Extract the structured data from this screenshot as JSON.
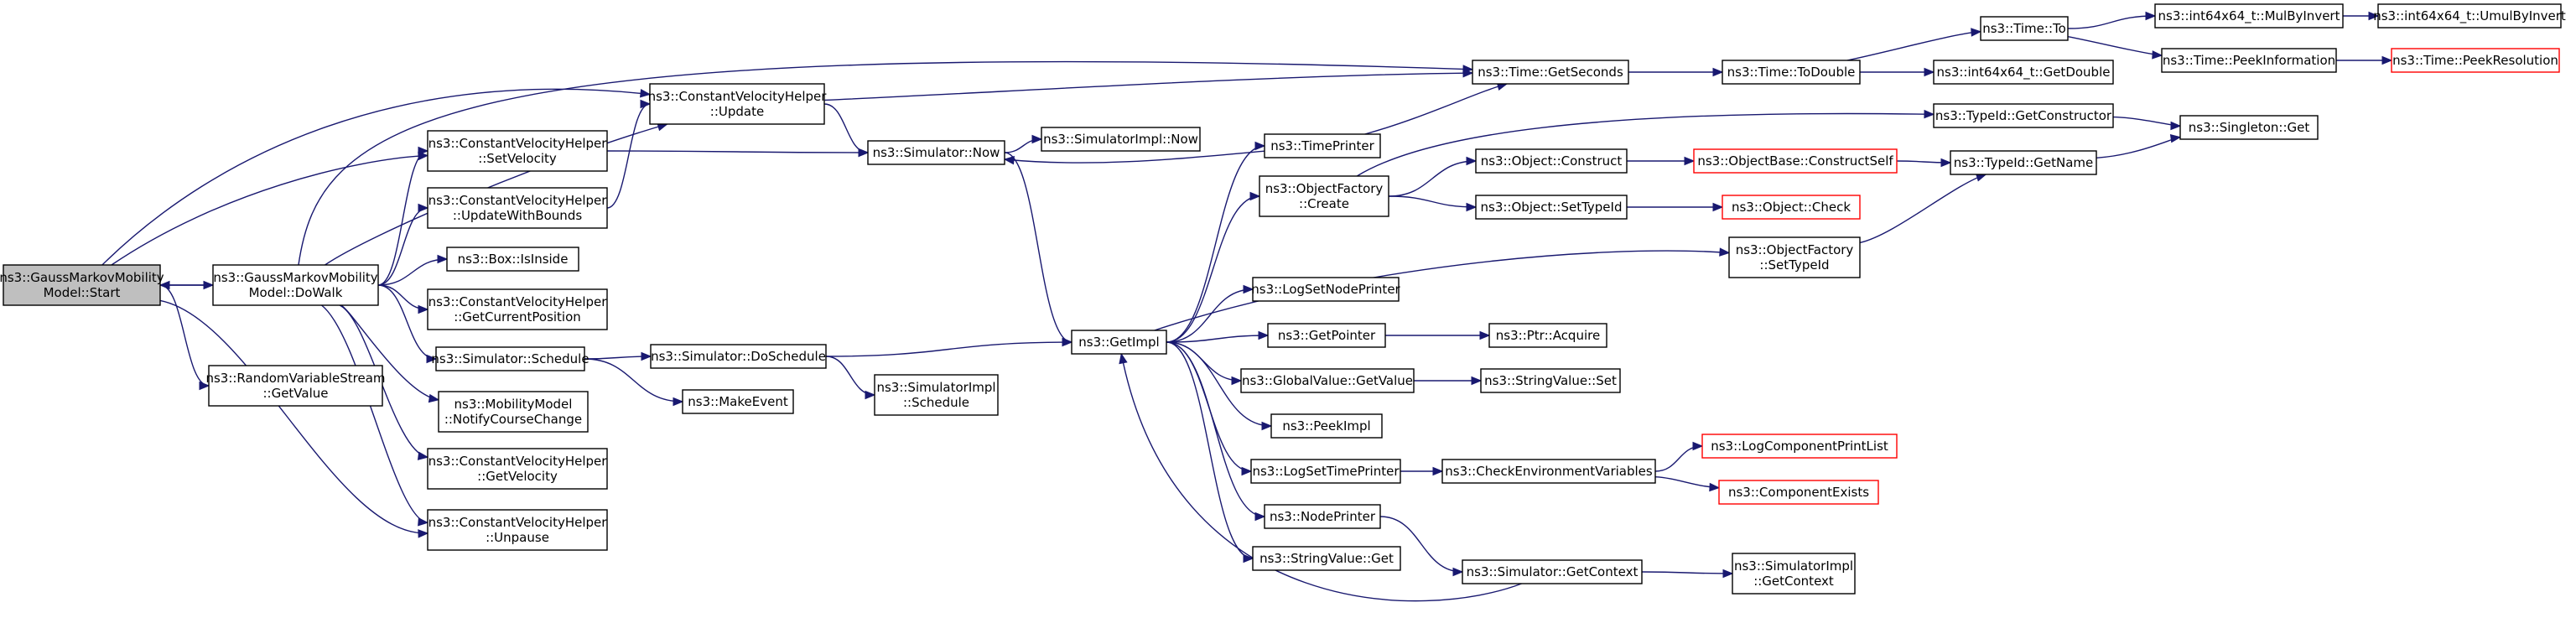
{
  "colors": {
    "node_fill": "#ffffff",
    "node_border": "#000000",
    "highlight_fill": "#bfbfbf",
    "truncated_border": "#ff0000",
    "edge": "#191970"
  },
  "nodes": [
    {
      "id": "start",
      "lines": [
        "ns3::GaussMarkovMobility",
        "Model::Start"
      ],
      "style": "highlight"
    },
    {
      "id": "dowalk",
      "lines": [
        "ns3::GaussMarkovMobility",
        "Model::DoWalk"
      ],
      "style": "normal"
    },
    {
      "id": "rvs_getvalue",
      "lines": [
        "ns3::RandomVariableStream",
        "::GetValue"
      ],
      "style": "normal"
    },
    {
      "id": "cvh_update",
      "lines": [
        "ns3::ConstantVelocityHelper",
        "::Update"
      ],
      "style": "normal"
    },
    {
      "id": "cvh_setvelocity",
      "lines": [
        "ns3::ConstantVelocityHelper",
        "::SetVelocity"
      ],
      "style": "normal"
    },
    {
      "id": "cvh_updatewithbounds",
      "lines": [
        "ns3::ConstantVelocityHelper",
        "::UpdateWithBounds"
      ],
      "style": "normal"
    },
    {
      "id": "box_isinside",
      "lines": [
        "ns3::Box::IsInside"
      ],
      "style": "normal"
    },
    {
      "id": "cvh_getcurrentposition",
      "lines": [
        "ns3::ConstantVelocityHelper",
        "::GetCurrentPosition"
      ],
      "style": "normal"
    },
    {
      "id": "sim_schedule",
      "lines": [
        "ns3::Simulator::Schedule"
      ],
      "style": "normal"
    },
    {
      "id": "mm_notify",
      "lines": [
        "ns3::MobilityModel",
        "::NotifyCourseChange"
      ],
      "style": "normal"
    },
    {
      "id": "cvh_getvelocity",
      "lines": [
        "ns3::ConstantVelocityHelper",
        "::GetVelocity"
      ],
      "style": "normal"
    },
    {
      "id": "cvh_unpause",
      "lines": [
        "ns3::ConstantVelocityHelper",
        "::Unpause"
      ],
      "style": "normal"
    },
    {
      "id": "sim_now",
      "lines": [
        "ns3::Simulator::Now"
      ],
      "style": "normal"
    },
    {
      "id": "simimpl_now",
      "lines": [
        "ns3::SimulatorImpl::Now"
      ],
      "style": "normal"
    },
    {
      "id": "sim_doschedule",
      "lines": [
        "ns3::Simulator::DoSchedule"
      ],
      "style": "normal"
    },
    {
      "id": "makeevent",
      "lines": [
        "ns3::MakeEvent"
      ],
      "style": "normal"
    },
    {
      "id": "simimpl_schedule",
      "lines": [
        "ns3::SimulatorImpl",
        "::Schedule"
      ],
      "style": "normal"
    },
    {
      "id": "getimpl",
      "lines": [
        "ns3::GetImpl"
      ],
      "style": "normal"
    },
    {
      "id": "timeprinter",
      "lines": [
        "ns3::TimePrinter"
      ],
      "style": "normal"
    },
    {
      "id": "objfactory_create",
      "lines": [
        "ns3::ObjectFactory",
        "::Create"
      ],
      "style": "normal"
    },
    {
      "id": "logsetnodeprinter",
      "lines": [
        "ns3::LogSetNodePrinter"
      ],
      "style": "normal"
    },
    {
      "id": "getpointer",
      "lines": [
        "ns3::GetPointer"
      ],
      "style": "normal"
    },
    {
      "id": "globalvalue_getvalue",
      "lines": [
        "ns3::GlobalValue::GetValue"
      ],
      "style": "normal"
    },
    {
      "id": "peekimpl",
      "lines": [
        "ns3::PeekImpl"
      ],
      "style": "normal"
    },
    {
      "id": "logsettimeprinter",
      "lines": [
        "ns3::LogSetTimePrinter"
      ],
      "style": "normal"
    },
    {
      "id": "nodeprinter",
      "lines": [
        "ns3::NodePrinter"
      ],
      "style": "normal"
    },
    {
      "id": "stringvalue_get",
      "lines": [
        "ns3::StringValue::Get"
      ],
      "style": "normal"
    },
    {
      "id": "time_getseconds",
      "lines": [
        "ns3::Time::GetSeconds"
      ],
      "style": "normal"
    },
    {
      "id": "object_construct",
      "lines": [
        "ns3::Object::Construct"
      ],
      "style": "normal"
    },
    {
      "id": "object_settypeid",
      "lines": [
        "ns3::Object::SetTypeId"
      ],
      "style": "normal"
    },
    {
      "id": "ptr_acquire",
      "lines": [
        "ns3::Ptr::Acquire"
      ],
      "style": "normal"
    },
    {
      "id": "stringvalue_set",
      "lines": [
        "ns3::StringValue::Set"
      ],
      "style": "normal"
    },
    {
      "id": "checkenv",
      "lines": [
        "ns3::CheckEnvironmentVariables"
      ],
      "style": "normal"
    },
    {
      "id": "sim_getcontext",
      "lines": [
        "ns3::Simulator::GetContext"
      ],
      "style": "normal"
    },
    {
      "id": "time_todouble",
      "lines": [
        "ns3::Time::ToDouble"
      ],
      "style": "normal"
    },
    {
      "id": "typeid_getconstructor",
      "lines": [
        "ns3::TypeId::GetConstructor"
      ],
      "style": "normal"
    },
    {
      "id": "objbase_constructself",
      "lines": [
        "ns3::ObjectBase::ConstructSelf"
      ],
      "style": "truncated"
    },
    {
      "id": "object_check",
      "lines": [
        "ns3::Object::Check"
      ],
      "style": "truncated"
    },
    {
      "id": "objfactory_settypeid",
      "lines": [
        "ns3::ObjectFactory",
        "::SetTypeId"
      ],
      "style": "normal"
    },
    {
      "id": "logcompprintlist",
      "lines": [
        "ns3::LogComponentPrintList"
      ],
      "style": "truncated"
    },
    {
      "id": "componentexists",
      "lines": [
        "ns3::ComponentExists"
      ],
      "style": "truncated"
    },
    {
      "id": "simimpl_getcontext",
      "lines": [
        "ns3::SimulatorImpl",
        "::GetContext"
      ],
      "style": "normal"
    },
    {
      "id": "time_to",
      "lines": [
        "ns3::Time::To"
      ],
      "style": "normal"
    },
    {
      "id": "int64_getdouble",
      "lines": [
        "ns3::int64x64_t::GetDouble"
      ],
      "style": "normal"
    },
    {
      "id": "time_peekinformation",
      "lines": [
        "ns3::Time::PeekInformation"
      ],
      "style": "normal"
    },
    {
      "id": "typeid_getname",
      "lines": [
        "ns3::TypeId::GetName"
      ],
      "style": "normal"
    },
    {
      "id": "singleton_get",
      "lines": [
        "ns3::Singleton::Get"
      ],
      "style": "normal"
    },
    {
      "id": "int64_mulbyinvert",
      "lines": [
        "ns3::int64x64_t::MulByInvert"
      ],
      "style": "normal"
    },
    {
      "id": "int64_umulbyinvert",
      "lines": [
        "ns3::int64x64_t::UmulByInvert"
      ],
      "style": "normal"
    },
    {
      "id": "time_peekresolution",
      "lines": [
        "ns3::Time::PeekResolution"
      ],
      "style": "truncated"
    }
  ],
  "edges": [
    [
      "start",
      "dowalk"
    ],
    [
      "start",
      "rvs_getvalue"
    ],
    [
      "start",
      "cvh_update"
    ],
    [
      "start",
      "cvh_setvelocity"
    ],
    [
      "start",
      "cvh_unpause"
    ],
    [
      "dowalk",
      "start"
    ],
    [
      "dowalk",
      "cvh_update"
    ],
    [
      "dowalk",
      "cvh_setvelocity"
    ],
    [
      "dowalk",
      "cvh_updatewithbounds"
    ],
    [
      "dowalk",
      "box_isinside"
    ],
    [
      "dowalk",
      "cvh_getcurrentposition"
    ],
    [
      "dowalk",
      "sim_schedule"
    ],
    [
      "dowalk",
      "mm_notify"
    ],
    [
      "dowalk",
      "cvh_getvelocity"
    ],
    [
      "dowalk",
      "cvh_unpause"
    ],
    [
      "dowalk",
      "time_getseconds"
    ],
    [
      "cvh_update",
      "sim_now"
    ],
    [
      "cvh_update",
      "time_getseconds"
    ],
    [
      "cvh_setvelocity",
      "sim_now"
    ],
    [
      "cvh_updatewithbounds",
      "cvh_update"
    ],
    [
      "sim_schedule",
      "sim_doschedule"
    ],
    [
      "sim_schedule",
      "makeevent"
    ],
    [
      "sim_now",
      "simimpl_now"
    ],
    [
      "sim_now",
      "getimpl"
    ],
    [
      "sim_doschedule",
      "getimpl"
    ],
    [
      "sim_doschedule",
      "simimpl_schedule"
    ],
    [
      "getimpl",
      "timeprinter"
    ],
    [
      "getimpl",
      "objfactory_create"
    ],
    [
      "getimpl",
      "logsetnodeprinter"
    ],
    [
      "getimpl",
      "getpointer"
    ],
    [
      "getimpl",
      "globalvalue_getvalue"
    ],
    [
      "getimpl",
      "peekimpl"
    ],
    [
      "getimpl",
      "logsettimeprinter"
    ],
    [
      "getimpl",
      "nodeprinter"
    ],
    [
      "getimpl",
      "stringvalue_get"
    ],
    [
      "getimpl",
      "objfactory_settypeid"
    ],
    [
      "timeprinter",
      "sim_now"
    ],
    [
      "timeprinter",
      "time_getseconds"
    ],
    [
      "objfactory_create",
      "typeid_getconstructor"
    ],
    [
      "objfactory_create",
      "object_construct"
    ],
    [
      "objfactory_create",
      "object_settypeid"
    ],
    [
      "getpointer",
      "ptr_acquire"
    ],
    [
      "globalvalue_getvalue",
      "stringvalue_set"
    ],
    [
      "logsettimeprinter",
      "checkenv"
    ],
    [
      "nodeprinter",
      "sim_getcontext"
    ],
    [
      "sim_getcontext",
      "getimpl"
    ],
    [
      "sim_getcontext",
      "simimpl_getcontext"
    ],
    [
      "time_getseconds",
      "time_todouble"
    ],
    [
      "time_todouble",
      "time_to"
    ],
    [
      "time_todouble",
      "int64_getdouble"
    ],
    [
      "time_to",
      "int64_mulbyinvert"
    ],
    [
      "time_to",
      "time_peekinformation"
    ],
    [
      "int64_mulbyinvert",
      "int64_umulbyinvert"
    ],
    [
      "time_peekinformation",
      "time_peekresolution"
    ],
    [
      "object_construct",
      "objbase_constructself"
    ],
    [
      "object_settypeid",
      "object_check"
    ],
    [
      "objbase_constructself",
      "typeid_getname"
    ],
    [
      "objfactory_settypeid",
      "typeid_getname"
    ],
    [
      "typeid_getconstructor",
      "singleton_get"
    ],
    [
      "typeid_getname",
      "singleton_get"
    ],
    [
      "checkenv",
      "logcompprintlist"
    ],
    [
      "checkenv",
      "componentexists"
    ]
  ]
}
